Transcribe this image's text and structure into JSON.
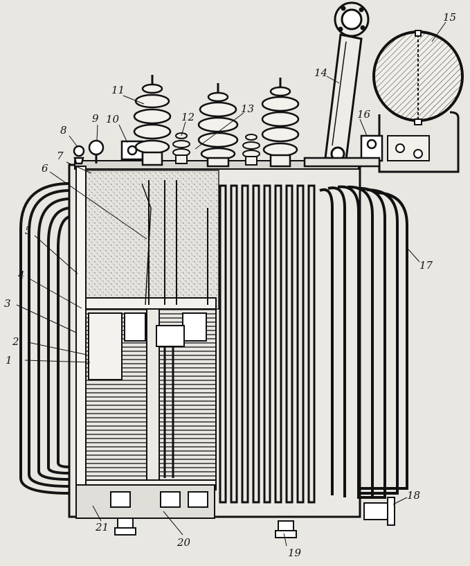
{
  "figure": {
    "callouts": [
      {
        "id": "1",
        "text": "1"
      },
      {
        "id": "2",
        "text": "2"
      },
      {
        "id": "3",
        "text": "3"
      },
      {
        "id": "4",
        "text": "4"
      },
      {
        "id": "5",
        "text": "5"
      },
      {
        "id": "6",
        "text": "6"
      },
      {
        "id": "7",
        "text": "7"
      },
      {
        "id": "8",
        "text": "8"
      },
      {
        "id": "9",
        "text": "9"
      },
      {
        "id": "10",
        "text": "10"
      },
      {
        "id": "11",
        "text": "11"
      },
      {
        "id": "12",
        "text": "12"
      },
      {
        "id": "13",
        "text": "13"
      },
      {
        "id": "14",
        "text": "14"
      },
      {
        "id": "15",
        "text": "15"
      },
      {
        "id": "16",
        "text": "16"
      },
      {
        "id": "17",
        "text": "17"
      },
      {
        "id": "18",
        "text": "18"
      },
      {
        "id": "19",
        "text": "19"
      },
      {
        "id": "20",
        "text": "20"
      },
      {
        "id": "21",
        "text": "21"
      }
    ]
  },
  "colors": {
    "paper": "#e9e7e2",
    "ink": "#111111"
  }
}
